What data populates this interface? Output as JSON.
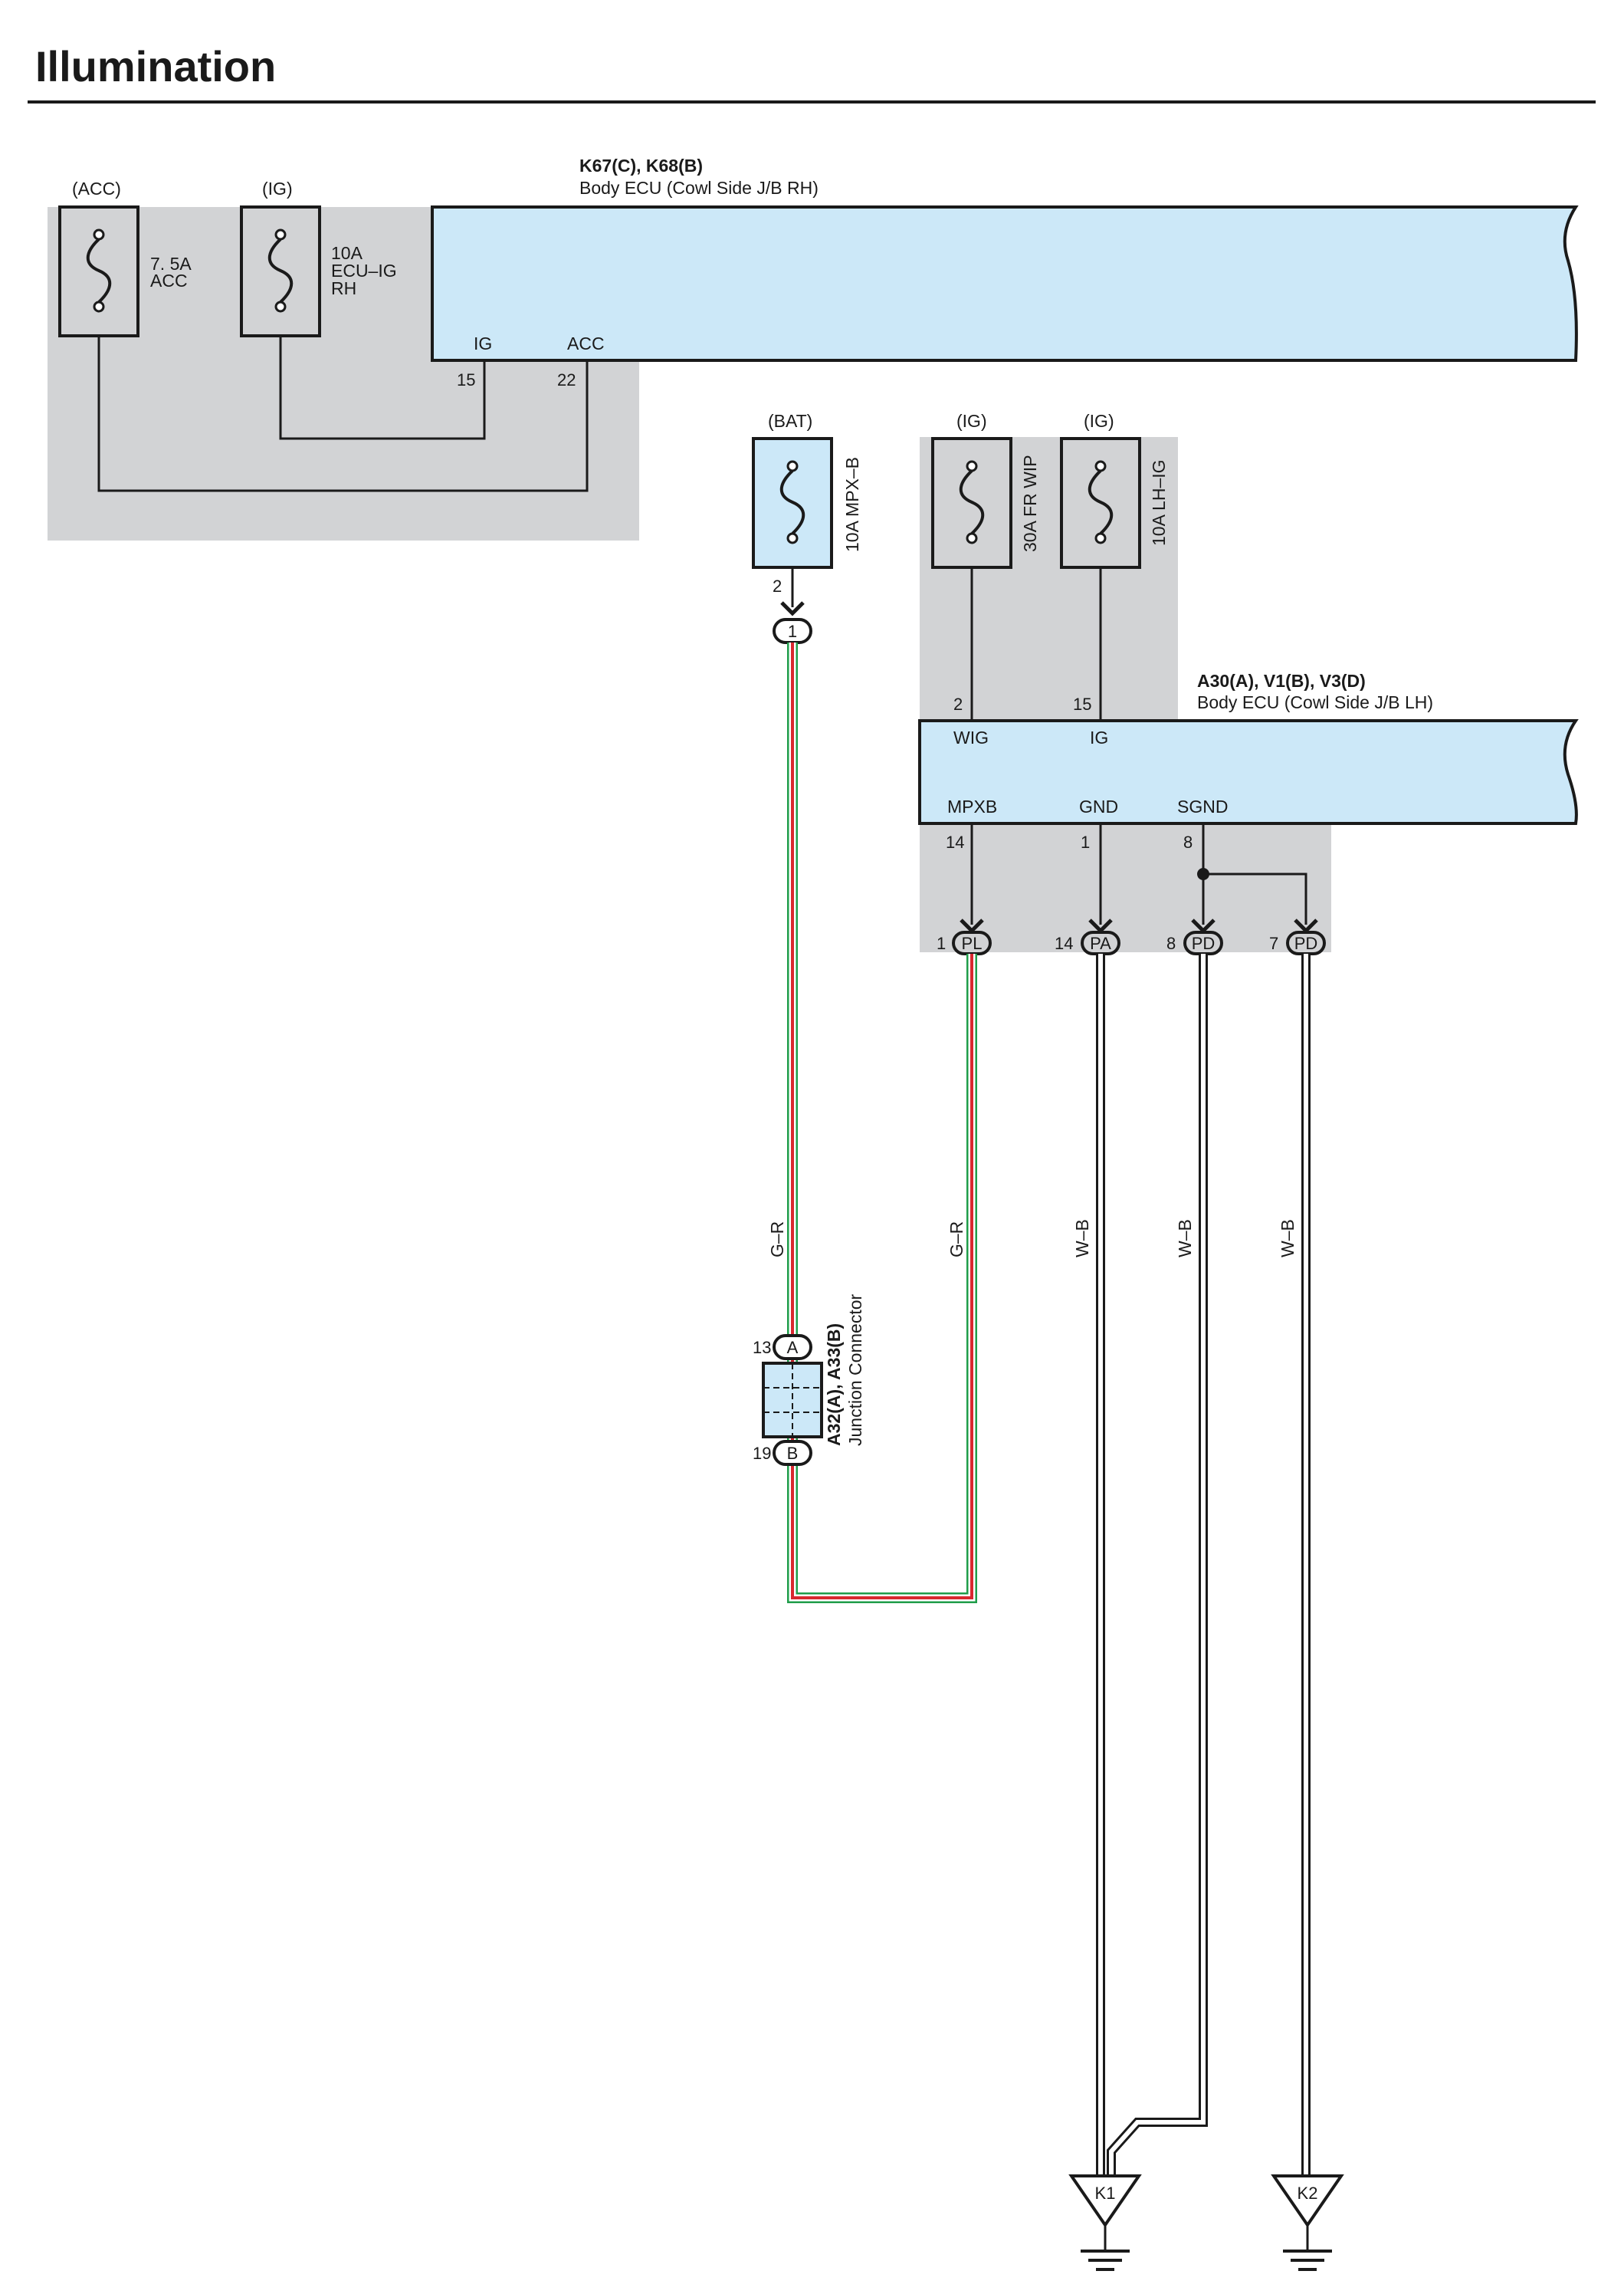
{
  "page": {
    "title": "Illumination"
  },
  "colors": {
    "ecu_fill": "#cce8f8",
    "relay_area": "#d2d3d5",
    "wire_green": "#1f9d4a",
    "wire_red": "#d8282f",
    "ink": "#1a1a1a"
  },
  "ecu_rh": {
    "code": "K67(C), K68(B)",
    "name": "Body ECU (Cowl Side J/B RH)",
    "terminals": [
      {
        "name": "IG",
        "pin": "15"
      },
      {
        "name": "ACC",
        "pin": "22"
      }
    ]
  },
  "ecu_lh": {
    "code": "A30(A), V1(B), V3(D)",
    "name": "Body ECU (Cowl Side J/B LH)",
    "top_terminals": [
      {
        "name": "WIG",
        "pin": "2"
      },
      {
        "name": "IG",
        "pin": "15"
      }
    ],
    "bottom_terminals": [
      {
        "name": "MPXB",
        "pin": "14"
      },
      {
        "name": "GND",
        "pin": "1"
      },
      {
        "name": "SGND",
        "pin": "8"
      }
    ]
  },
  "fuses": [
    {
      "source": "(ACC)",
      "label_lines": [
        "7. 5A",
        "ACC"
      ]
    },
    {
      "source": "(IG)",
      "label_lines": [
        "10A",
        "ECU–IG",
        "RH"
      ]
    },
    {
      "source": "(BAT)",
      "label": "10A MPX–B",
      "pin": "2"
    },
    {
      "source": "(IG)",
      "label": "30A FR WIP"
    },
    {
      "source": "(IG)",
      "label": "10A LH–IG"
    }
  ],
  "connectors": [
    {
      "id": "1",
      "pin": ""
    },
    {
      "id": "PL",
      "pin": "1"
    },
    {
      "id": "PA",
      "pin": "14"
    },
    {
      "id": "PD",
      "pin": "8"
    },
    {
      "id": "PD",
      "pin": "7"
    }
  ],
  "wires": [
    {
      "color_code": "G–R"
    },
    {
      "color_code": "G–R"
    },
    {
      "color_code": "W–B"
    },
    {
      "color_code": "W–B"
    },
    {
      "color_code": "W–B"
    }
  ],
  "junction": {
    "code": "A32(A), A33(B)",
    "name": "Junction Connector",
    "top": {
      "id": "A",
      "pin": "13"
    },
    "bottom": {
      "id": "B",
      "pin": "19"
    }
  },
  "grounds": [
    {
      "id": "K1"
    },
    {
      "id": "K2"
    }
  ]
}
